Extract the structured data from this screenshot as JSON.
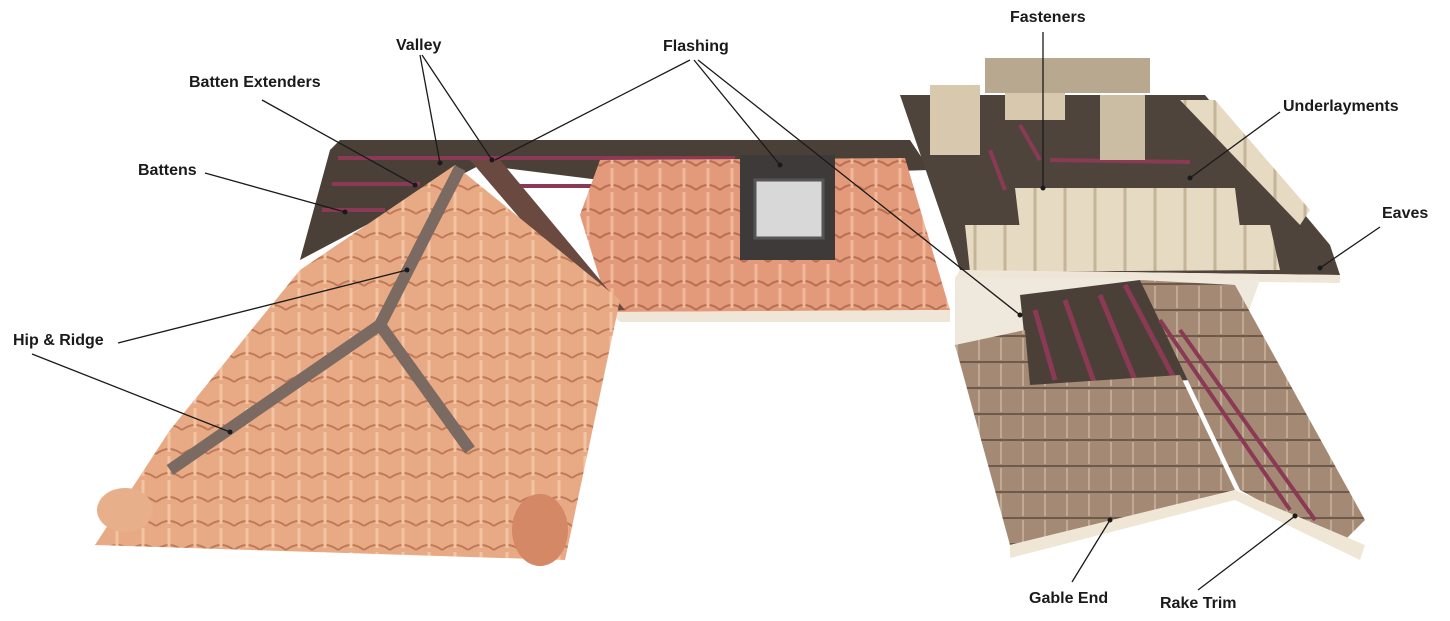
{
  "labels": {
    "valley": "Valley",
    "batten_extenders": "Batten Extenders",
    "battens": "Battens",
    "flashing": "Flashing",
    "fasteners": "Fasteners",
    "underlayments": "Underlayments",
    "eaves": "Eaves",
    "hip_ridge": "Hip & Ridge",
    "gable_end": "Gable End",
    "rake_trim": "Rake Trim"
  },
  "colors": {
    "terracotta_tile": "#e6a57f",
    "salmon_tile": "#e49a7c",
    "underlayment": "#4a4038",
    "batten": "#8a3a55",
    "weathered_tile": "#a8907a",
    "cream_tile": "#e4d8c0",
    "leader_line": "#1a1a1a"
  }
}
